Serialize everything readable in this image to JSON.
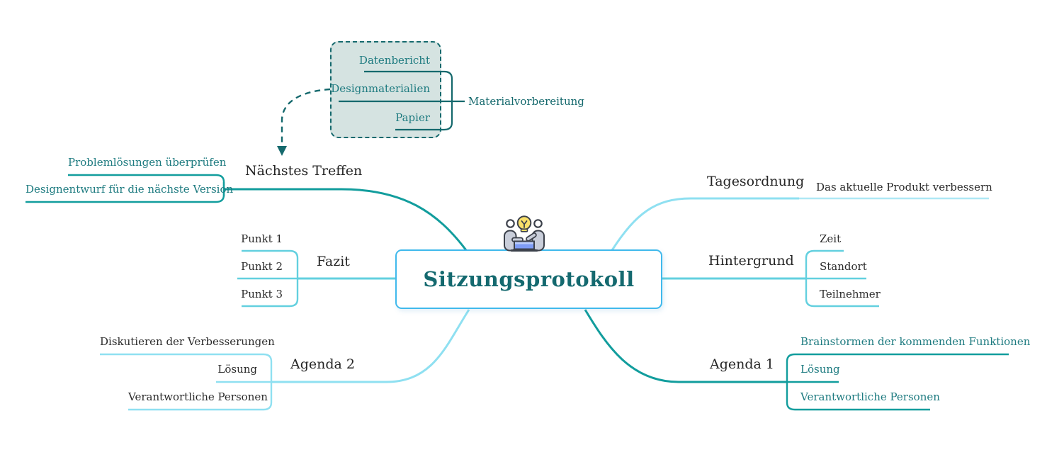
{
  "central": {
    "title": "Sitzungsprotokoll",
    "icon": "meeting-people-lightbulb-icon"
  },
  "floating_topic": {
    "label": "Materialvorbereitung",
    "children": [
      "Datenbericht",
      "Designmaterialien",
      "Papier"
    ]
  },
  "branches": [
    {
      "label": "Nächstes Treffen",
      "side": "left",
      "children": [
        "Problemlösungen überprüfen",
        "Designentwurf für die nächste Version"
      ]
    },
    {
      "label": "Fazit",
      "side": "left",
      "children": [
        "Punkt 1",
        "Punkt 2",
        "Punkt 3"
      ]
    },
    {
      "label": "Agenda 2",
      "side": "left",
      "children": [
        "Diskutieren der Verbesserungen",
        "Lösung",
        "Verantwortliche Personen"
      ]
    },
    {
      "label": "Tagesordnung",
      "side": "right",
      "children": [
        "Das aktuelle Produkt verbessern"
      ]
    },
    {
      "label": "Hintergrund",
      "side": "right",
      "children": [
        "Zeit",
        "Standort",
        "Teilnehmer"
      ]
    },
    {
      "label": "Agenda 1",
      "side": "right",
      "children": [
        "Brainstormen der kommenden Funktionen",
        "Lösung",
        "Verantwortliche Personen"
      ]
    }
  ],
  "colors": {
    "branch_teal": "#129d9d",
    "branch_cyan": "#63d0df",
    "branch_light_cyan": "#8fe0f1",
    "child_light_cyan": "#aee8f5",
    "floating_teal": "#15696d",
    "floating_fill": "#d5e3e1",
    "central_border": "#40b9ec",
    "central_text": "#14696f",
    "subtopic_teal_text": "#1e7b80",
    "dark_text": "#2b2b2b",
    "bulb_yellow": "#f9e06a",
    "table_blue": "#7e9cf5"
  }
}
